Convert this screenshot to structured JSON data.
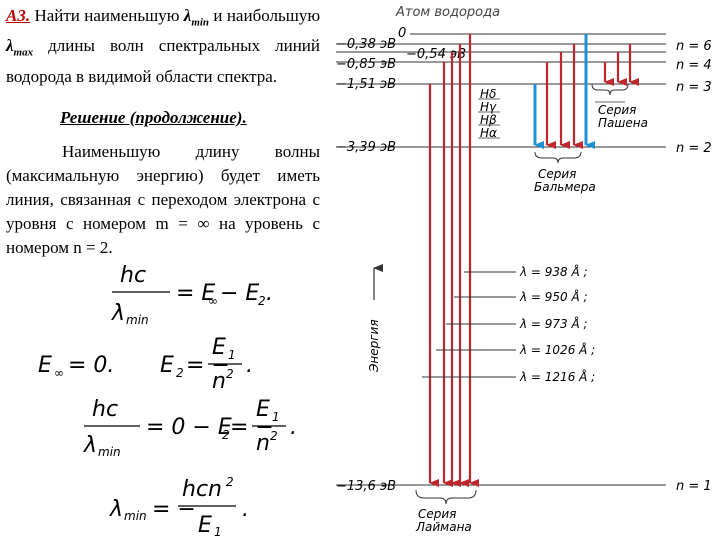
{
  "problem": {
    "number": "А3.",
    "text_before_min": "Найти наименьшую",
    "lambda": "λ",
    "min_sub": "min",
    "conj": "и наибольшую",
    "max_sub": "max",
    "text_after": "длины волн спектральных линий водорода в видимой области спектра."
  },
  "solution": {
    "title": "Решение (продолжение).",
    "text": "Наименьшую длину волны (максимальную энергию) будет иметь линия, связанная с переходом электрона с уровня с номером m = ∞ на уровень с номером n = 2."
  },
  "formulas": {
    "f1_num": "hc",
    "f1_den": "λ",
    "f1_den_sub": "min",
    "f1_rhs": "= E",
    "f1_sub_inf": "∞",
    "f1_minus": "− E",
    "f1_sub2": "2",
    "f1_end": ".",
    "f2a": "E",
    "f2a_sub": "∞",
    "f2a_rhs": "= 0.",
    "f2b": "E",
    "f2b_sub": "2",
    "f2b_eq": "= −",
    "f2b_num": "E",
    "f2b_num_sub": "1",
    "f2b_den": "n",
    "f2b_den_sup": "2",
    "f2b_end": ".",
    "f3_num": "hc",
    "f3_den": "λ",
    "f3_den_sub": "min",
    "f3_rhs": "= 0 − E",
    "f3_sub2": "2",
    "f3_eq": "= −",
    "f3_fnum": "E",
    "f3_fnum_sub": "1",
    "f3_fden": "n",
    "f3_fden_sup": "2",
    "f3_end": ".",
    "f4_lhs": "λ",
    "f4_lhs_sub": "min",
    "f4_eq": "= −",
    "f4_num": "hcn",
    "f4_num_sup": "2",
    "f4_den": "E",
    "f4_den_sub": "1",
    "f4_end": "."
  },
  "diagram": {
    "title": "Атом водорода",
    "energy_labels": [
      "−0,38 эВ",
      "−0,54 эВ",
      "−0,85 эВ",
      "−1,51 эВ",
      "−3,39 эВ",
      "−13,6 эВ"
    ],
    "zero_label": "0",
    "level_labels": [
      "n = 6",
      "n = 4",
      "n = 3",
      "n = 2",
      "n = 1"
    ],
    "balmer_lines": [
      "Hδ",
      "Hγ",
      "Hβ",
      "Hα"
    ],
    "series_balmer": [
      "Серия",
      "Бальмера"
    ],
    "series_paschen": [
      "Серия",
      "Пашена"
    ],
    "series_lyman": [
      "Серия",
      "Лаймана"
    ],
    "axis_label": "Энергия",
    "wavelengths": [
      "λ = 938 Å ;",
      "λ = 950 Å ;",
      "λ = 973 Å ;",
      "λ = 1026 Å ;",
      "λ = 1216 Å ;"
    ],
    "colors": {
      "red_arrow": "#c0262c",
      "blue_arrow": "#1e90d6",
      "line": "#333333"
    }
  }
}
